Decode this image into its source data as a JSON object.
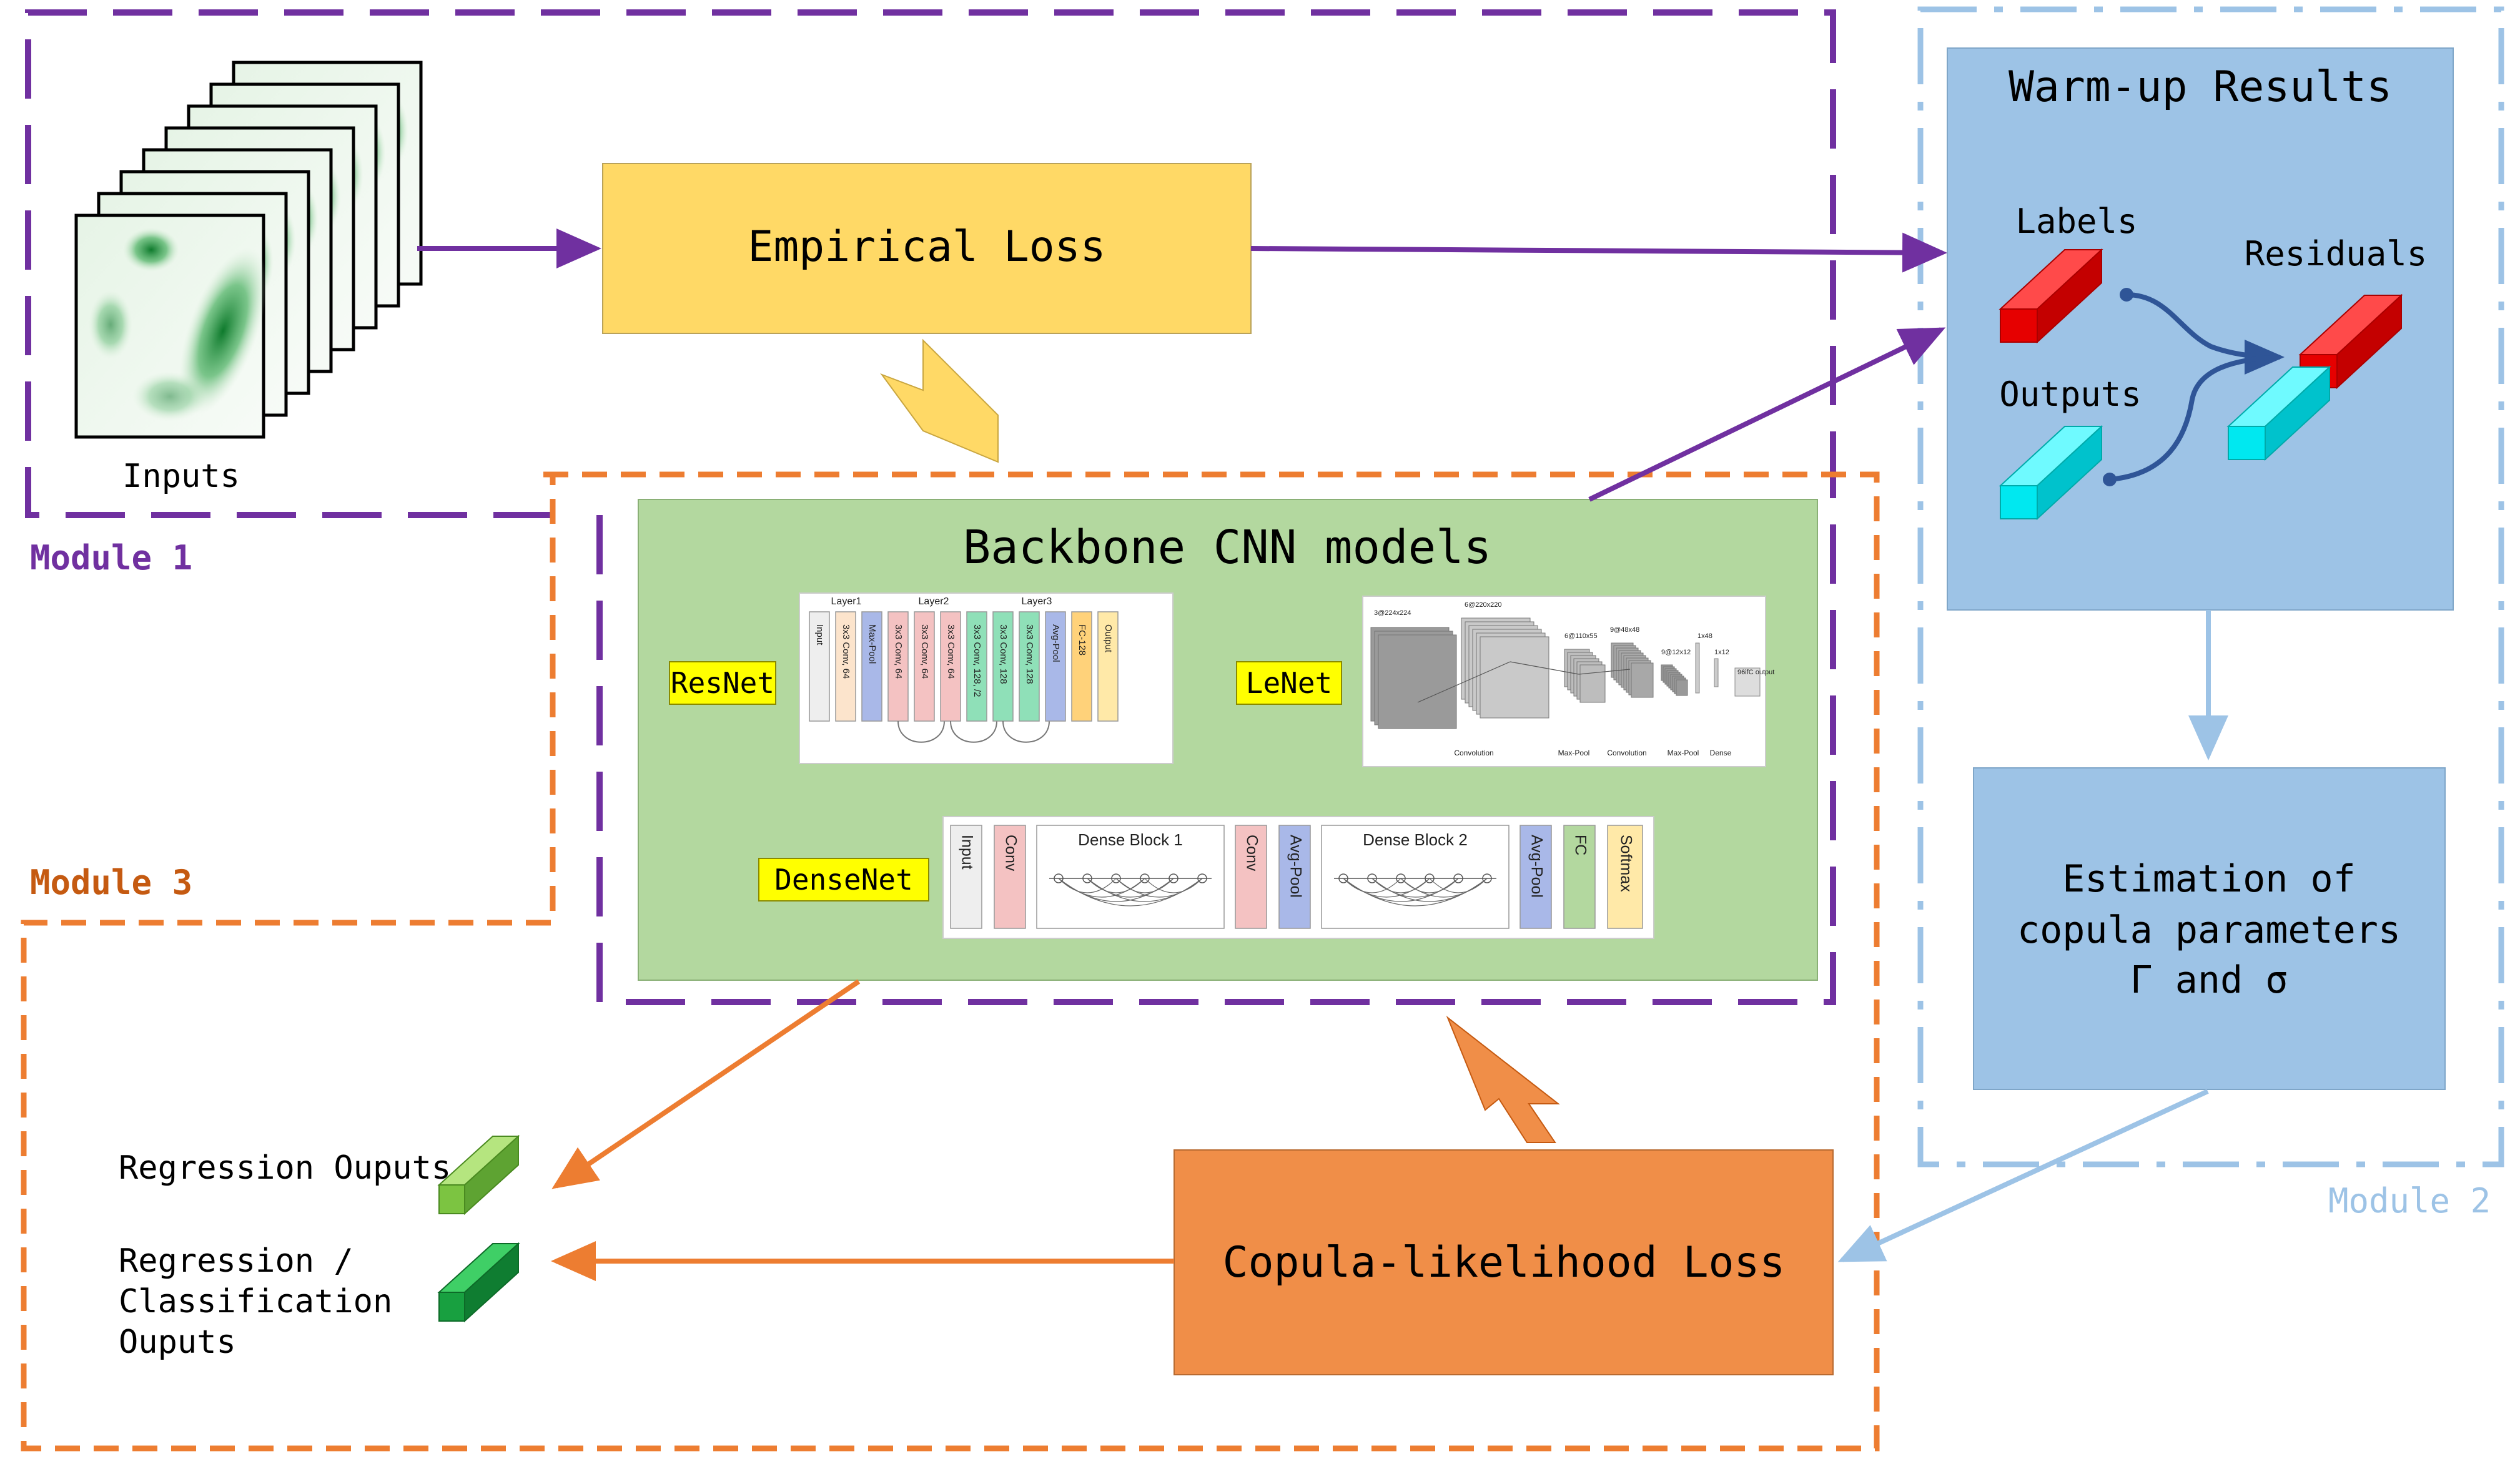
{
  "modules": {
    "module1": "Module 1",
    "module2": "Module 2",
    "module3": "Module 3"
  },
  "inputs": {
    "label": "Inputs"
  },
  "empirical_loss": {
    "label": "Empirical Loss"
  },
  "warmup": {
    "title": "Warm-up Results",
    "labels": "Labels",
    "outputs": "Outputs",
    "residuals": "Residuals"
  },
  "estimation": {
    "line1": "Estimation of",
    "line2": "copula parameters",
    "line3": "Γ and σ"
  },
  "backbone": {
    "title": "Backbone CNN models",
    "resnet": "ResNet",
    "lenet": "LeNet",
    "densenet": "DenseNet",
    "resnet_diagram": {
      "groups": [
        "Layer1",
        "Layer2",
        "Layer3"
      ],
      "layers": [
        "Input",
        "3x3 Conv, 64",
        "Max-Pool",
        "3x3 Conv, 64",
        "3x3 Conv, 64",
        "3x3 Conv, 64",
        "3x3 Conv, 128, /2",
        "3x3 Conv, 128",
        "3x3 Conv, 128",
        "Avg-Pool",
        "FC-128",
        "Output"
      ]
    },
    "lenet_diagram": {
      "sizes": [
        "3@224x224",
        "6@220x220",
        "6@110x55",
        "9@48x48",
        "9@12x12",
        "1x48",
        "1x12",
        "96ifC\noutput"
      ],
      "ops": [
        "Convolution",
        "Max-Pool",
        "Convolution",
        "Max-Pool",
        "Dense"
      ]
    },
    "densenet_diagram": {
      "blocks": [
        "Input",
        "Conv",
        "Dense Block 1",
        "Conv",
        "Avg-Pool",
        "Dense Block 2",
        "Avg-Pool",
        "FC",
        "Softmax"
      ]
    }
  },
  "copula_loss": {
    "label": "Copula-likelihood Loss"
  },
  "regression_outputs": {
    "label": "Regression Ouputs"
  },
  "classification_outputs": {
    "lines": [
      "Regression /",
      "Classification",
      "Ouputs"
    ]
  },
  "colors": {
    "module1": "#7030a0",
    "module2": "#9dc3e6",
    "module3": "#ed7d31",
    "empirical_loss_fill": "#ffd966",
    "warmup_fill": "#9dc3e6",
    "backbone_fill": "#b3d89f",
    "copula_fill": "#f08e48",
    "label_fill": "#ffff00",
    "label_cube": "#ff1f1f",
    "output_cube": "#1ff5f5",
    "regression_cube": "#8fd14f",
    "classification_cube": "#1fa845"
  }
}
